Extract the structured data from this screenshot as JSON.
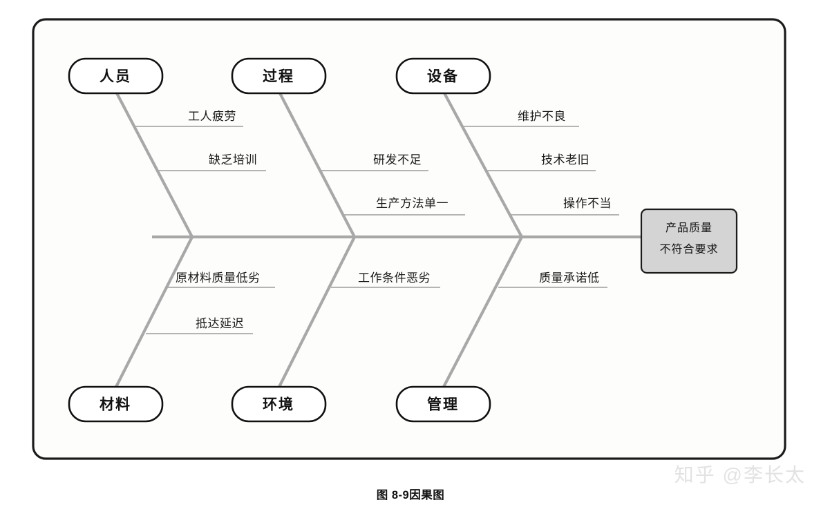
{
  "figure": {
    "caption": "图 8-9因果图",
    "watermark": "知乎 @李长太",
    "frame_color": "#1b1b1b",
    "canvas_color": "#fdfdfb",
    "bone_color": "#a8a8a8",
    "subline_color": "#a9a9a9",
    "effect_fill": "#d4d4d4"
  },
  "chart_data": {
    "type": "diagram",
    "diagram_type": "fishbone",
    "title": "图 8-9因果图",
    "effect": "产品质量不符合要求",
    "effect_lines": [
      "产品质量",
      "不符合要求"
    ],
    "categories": [
      {
        "name": "人员",
        "position": "top",
        "group": 1,
        "causes": [
          "工人疲劳",
          "缺乏培训"
        ]
      },
      {
        "name": "过程",
        "position": "top",
        "group": 2,
        "causes": [
          "研发不足",
          "生产方法单一"
        ]
      },
      {
        "name": "设备",
        "position": "top",
        "group": 3,
        "causes": [
          "维护不良",
          "技术老旧",
          "操作不当"
        ]
      },
      {
        "name": "材料",
        "position": "bottom",
        "group": 1,
        "causes": [
          "原材料质量低劣",
          "抵达延迟"
        ]
      },
      {
        "name": "环境",
        "position": "bottom",
        "group": 2,
        "causes": [
          "工作条件恶劣"
        ]
      },
      {
        "name": "管理",
        "position": "bottom",
        "group": 3,
        "causes": [
          "质量承诺低"
        ]
      }
    ]
  },
  "labels": {
    "cat_people": "人员",
    "cat_process": "过程",
    "cat_equipment": "设备",
    "cat_material": "材料",
    "cat_environment": "环境",
    "cat_management": "管理",
    "effect_line1": "产品质量",
    "effect_line2": "不符合要求",
    "sub_worker_fatigue": "工人疲劳",
    "sub_lack_training": "缺乏培训",
    "sub_rd_insufficient": "研发不足",
    "sub_single_method": "生产方法单一",
    "sub_poor_maintenance": "维护不良",
    "sub_old_technology": "技术老旧",
    "sub_improper_operation": "操作不当",
    "sub_poor_raw_material": "原材料质量低劣",
    "sub_arrival_delay": "抵达延迟",
    "sub_bad_conditions": "工作条件恶劣",
    "sub_low_commitment": "质量承诺低"
  }
}
